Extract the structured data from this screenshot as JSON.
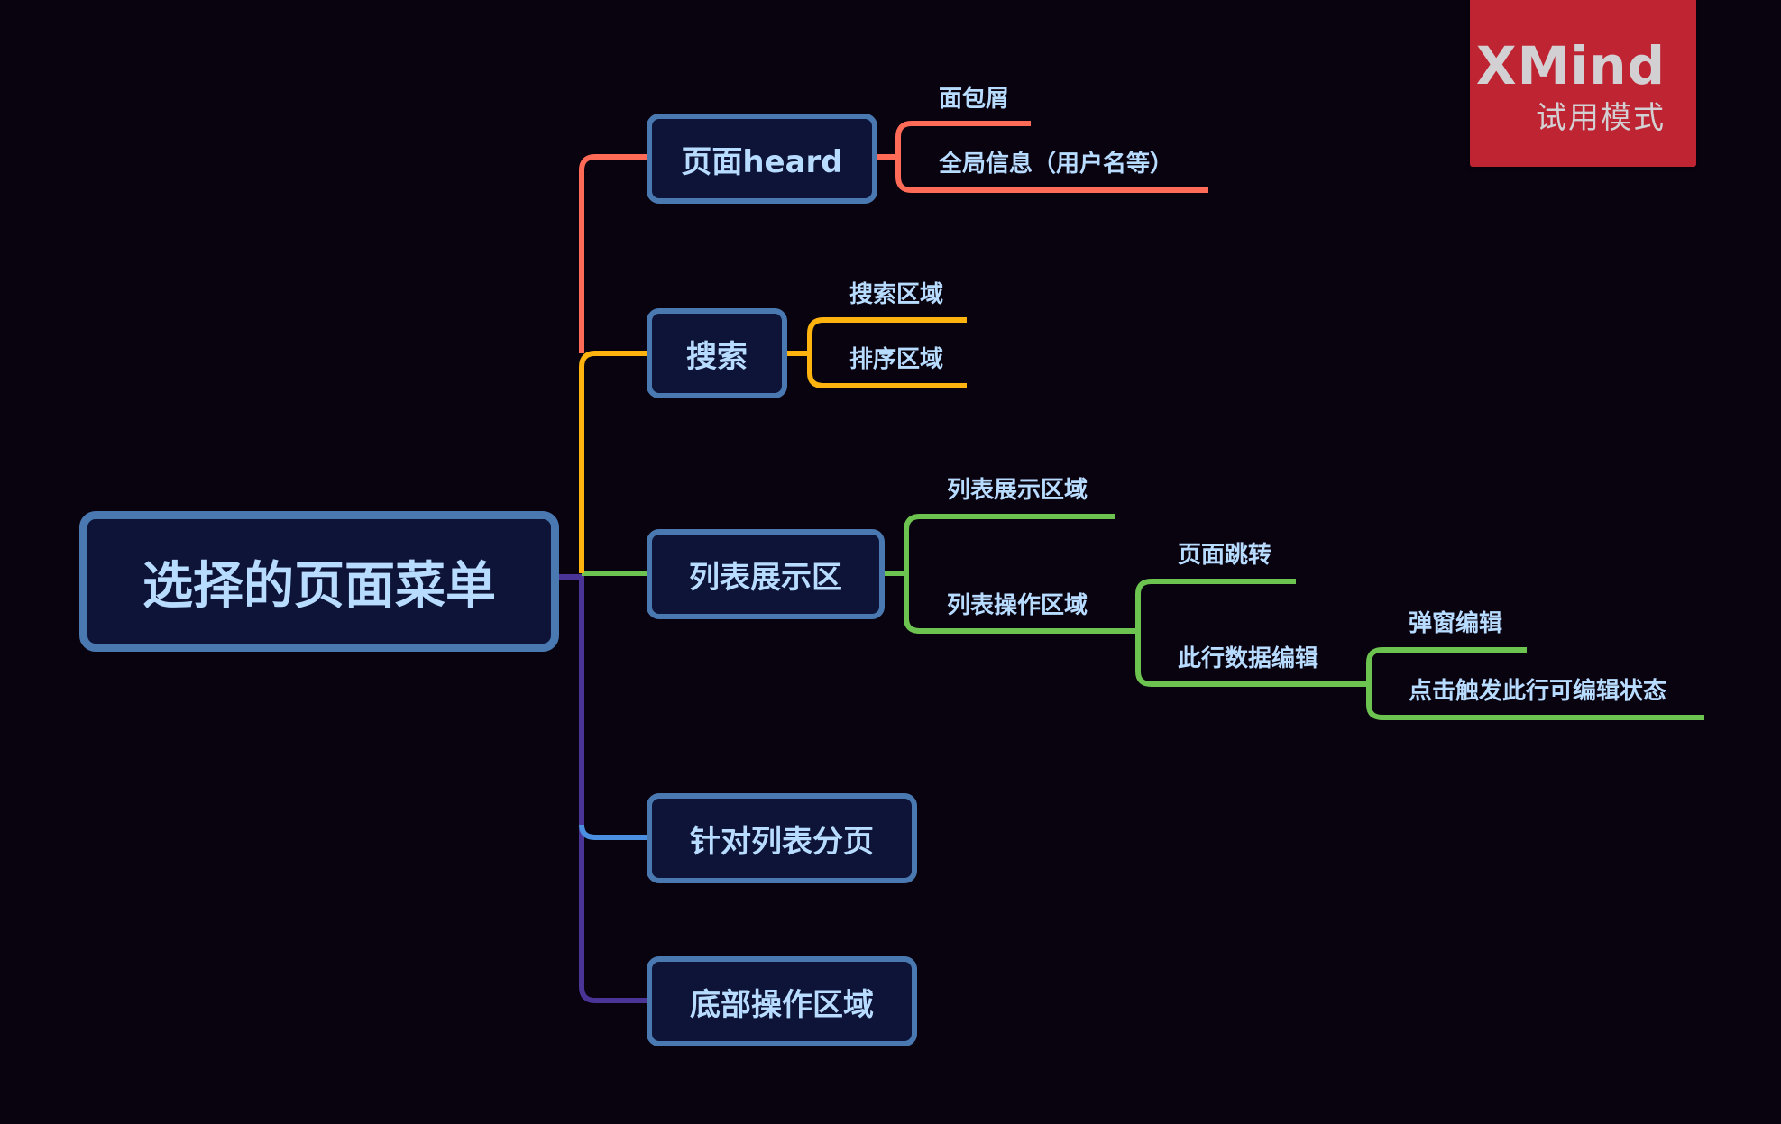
{
  "watermark": {
    "brand": "XMind",
    "subtitle": "试用模式",
    "color": "#be2431"
  },
  "colors": {
    "background": "#09020f",
    "node_fill": "#0d1437",
    "node_border": "#4a78b0",
    "text": "#b8dcff",
    "branch_heard": "#ff6b57",
    "branch_search": "#ffb30f",
    "branch_list": "#6cc350",
    "branch_paging": "#4a8fe0",
    "branch_footer": "#4a3596"
  },
  "mindmap": {
    "root": "选择的页面菜单",
    "branches": [
      {
        "label": "页面heard",
        "children": [
          {
            "label": "面包屑"
          },
          {
            "label": "全局信息（用户名等）"
          }
        ]
      },
      {
        "label": "搜索",
        "children": [
          {
            "label": "搜索区域"
          },
          {
            "label": "排序区域"
          }
        ]
      },
      {
        "label": "列表展示区",
        "children": [
          {
            "label": "列表展示区域"
          },
          {
            "label": "列表操作区域",
            "children": [
              {
                "label": "页面跳转"
              },
              {
                "label": "此行数据编辑",
                "children": [
                  {
                    "label": "弹窗编辑"
                  },
                  {
                    "label": "点击触发此行可编辑状态"
                  }
                ]
              }
            ]
          }
        ]
      },
      {
        "label": "针对列表分页",
        "children": []
      },
      {
        "label": "底部操作区域",
        "children": []
      }
    ]
  }
}
